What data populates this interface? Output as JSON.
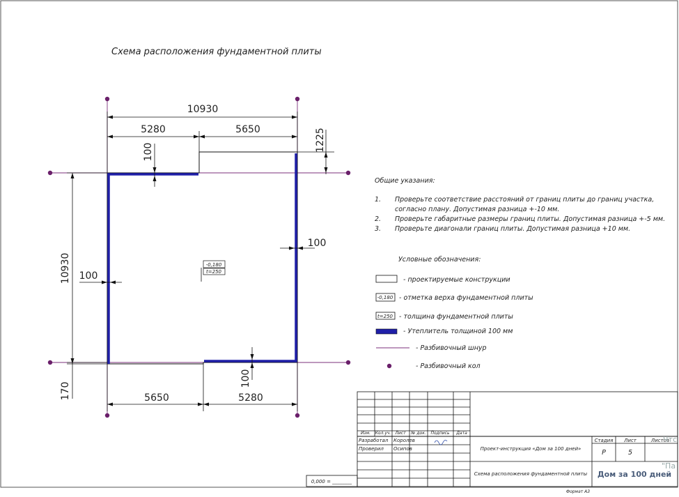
{
  "title": "Схема расположения фундаментной плиты",
  "dimensions": {
    "top_total": "10930",
    "top_left": "5280",
    "top_right": "5650",
    "right_offset": "1225",
    "top_insul": "100",
    "right_insul": "100",
    "left_total": "10930",
    "left_insul": "100",
    "bottom_left": "5650",
    "bottom_right": "5280",
    "bottom_offset": "170",
    "bottom_insul": "100"
  },
  "plate_label": {
    "elevation": "-0,180",
    "thickness": "t=250"
  },
  "notes": {
    "heading": "Общие указания:",
    "items": [
      {
        "num": "1.",
        "lines": [
          "Проверьте соответствие расстояний от границ плиты до границ участка,",
          "согласно плану. Допустимая разница +-10 мм."
        ]
      },
      {
        "num": "2.",
        "lines": [
          "Проверьте габаритные размеры границ плиты. Допустимая разница +-5 мм."
        ]
      },
      {
        "num": "3.",
        "lines": [
          "Проверьте диагонали границ плиты. Допустимая разница +10 мм."
        ]
      }
    ]
  },
  "legend": {
    "heading": "Условные обозначения:",
    "items": [
      {
        "symbol_text": "",
        "label": "- проектируемые конструкции"
      },
      {
        "symbol_text": "-0,180",
        "label": "- отметка верха фундаментной плиты"
      },
      {
        "symbol_text": "t=250",
        "label": "- толщина фундаментной плиты"
      },
      {
        "symbol_text": "",
        "label": "- Утеплитель толщиной 100 мм"
      },
      {
        "symbol_text": "",
        "label": "- Разбивочный шнур"
      },
      {
        "symbol_text": "",
        "label": "- Разбивочный кол"
      }
    ]
  },
  "title_block": {
    "headers": [
      "Изм.",
      "Кол.уч.",
      "Лист",
      "№ док.",
      "Подпись",
      "Дата"
    ],
    "roles": [
      {
        "role": "Разработал",
        "name": "Королев"
      },
      {
        "role": "Проверил",
        "name": "Осипов"
      }
    ],
    "project": "Проект-инструкция «Дом за 100 дней»",
    "sheet_title": "Схема расположения фундаментной плиты",
    "stage_label": "Стадия",
    "sheet_label": "Лист",
    "sheets_label": "Листов",
    "stage": "Р",
    "sheet": "5",
    "company": "Дом за 100 дней",
    "format": "Формат А3",
    "zero_mark": "0,000 = ________"
  },
  "overlay": {
    "text1": "Чтс",
    "text2": "\"Па"
  },
  "colors": {
    "insulation": "#1f1fa8",
    "string": "#7b2f7b",
    "peg": "#6a1f6a",
    "line": "#111111"
  }
}
